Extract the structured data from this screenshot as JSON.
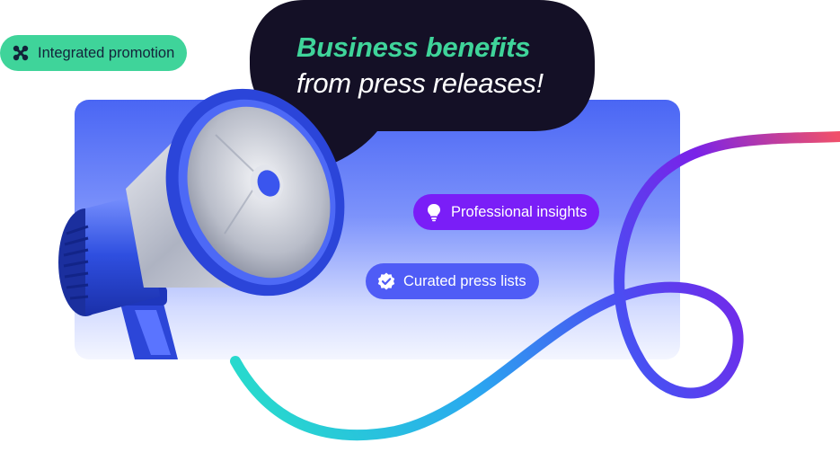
{
  "hero": {
    "headline": "Business benefits",
    "subheadline": "from press releases!"
  },
  "tags": {
    "integrated": {
      "label": "Integrated promotion",
      "icon": "cross-x-icon"
    },
    "insights": {
      "label": "Professional insights",
      "icon": "lightbulb-icon"
    },
    "press_lists": {
      "label": "Curated press lists",
      "icon": "verified-check-icon"
    }
  },
  "colors": {
    "green": "#3fd49a",
    "purple": "#7a1ef7",
    "blue": "#4f5cf6",
    "bubble": "#141026",
    "card_top": "#4a66f4"
  }
}
